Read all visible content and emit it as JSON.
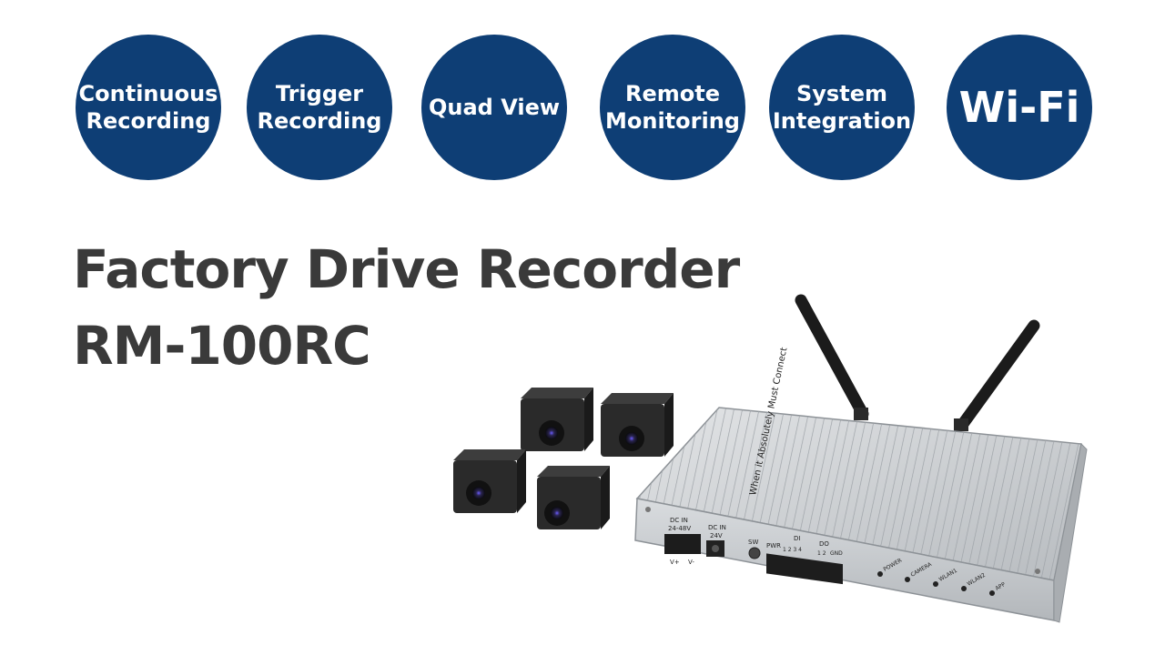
{
  "badges": [
    {
      "label": "Continuous\nRecording"
    },
    {
      "label": "Trigger\nRecording"
    },
    {
      "label": "Quad View"
    },
    {
      "label": "Remote\nMonitoring"
    },
    {
      "label": "System\nIntegration"
    },
    {
      "label": "Wi-Fi"
    }
  ],
  "product": {
    "name": "Factory Drive Recorder",
    "model": "RM-100RC"
  },
  "device": {
    "lid_text": "When it Absolutely Must Connect",
    "dc_in_1": "DC IN",
    "dc_in_1_volt": "24-48V",
    "dc_in_2": "DC IN",
    "dc_in_2_volt": "24V",
    "v_plus": "V+",
    "v_minus": "V-",
    "sw": "SW",
    "pwr": "PWR",
    "di": "DI",
    "do": "DO",
    "di_nums": "1   2   3   4",
    "do_nums": "1   2",
    "gnd": "GND",
    "led_labels": [
      "POWER",
      "CAMERA",
      "WLAN1",
      "WLAN2",
      "APP"
    ]
  },
  "colors": {
    "badge": "#0e3e75",
    "title": "#3a3a3a"
  }
}
